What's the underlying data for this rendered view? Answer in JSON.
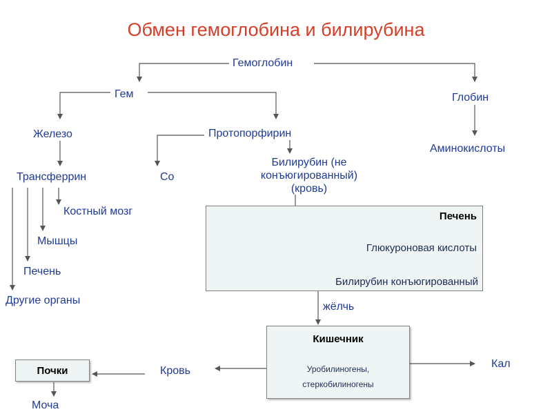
{
  "title": "Обмен гемоглобина и билирубина",
  "nodes": {
    "hemoglobin": "Гемоглобин",
    "heme": "Гем",
    "globin": "Глобин",
    "iron": "Железо",
    "protoporphyrin": "Протопорфирин",
    "amino_acids": "Аминокислоты",
    "transferrin": "Трансферрин",
    "co": "Со",
    "bilirubin_unconj_line1": "Билирубин (не",
    "bilirubin_unconj_line2": "конъюгированный)",
    "bilirubin_unconj_line3": "(кровь)",
    "bone_marrow": "Костный мозг",
    "muscles": "Мышцы",
    "liver_target": "Печень",
    "other_organs": "Другие органы",
    "bile": "жёлчь",
    "blood": "Кровь",
    "feces": "Кал",
    "urine": "Моча"
  },
  "liver_box": {
    "title": "Печень",
    "glucuronic": "Глюкуроновая кислоты",
    "bilirubin_conj": "Билирубин конъюгированный"
  },
  "intestine_box": {
    "title": "Кишечник",
    "line1": "Уробилиногены,",
    "line2": "стеркобилиногены"
  },
  "kidney_box": {
    "title": "Почки"
  },
  "colors": {
    "title": "#d2402a",
    "text": "#1f3a99",
    "box_fill": "#eef5f4",
    "line": "#555555"
  }
}
